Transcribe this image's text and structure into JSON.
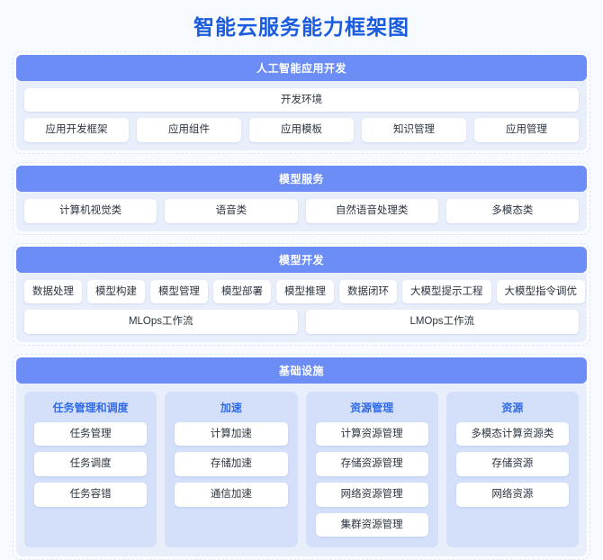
{
  "title": "智能云服务能力框架图",
  "colors": {
    "title": "#1a5ce0",
    "header_bar": "#6b8df5",
    "section_body": "#e9eefb",
    "panel": "#d4e0fa",
    "chip": "#ffffff",
    "page_bg": "#f7faff"
  },
  "sections": [
    {
      "header": "人工智能应用开发",
      "full_row": "开发环境",
      "items": [
        "应用开发框架",
        "应用组件",
        "应用模板",
        "知识管理",
        "应用管理"
      ]
    },
    {
      "header": "模型服务",
      "items": [
        "计算机视觉类",
        "语音类",
        "自然语音处理类",
        "多模态类"
      ]
    },
    {
      "header": "模型开发",
      "items": [
        "数据处理",
        "模型构建",
        "模型管理",
        "模型部署",
        "模型推理",
        "数据闭环",
        "大模型提示工程",
        "大模型指令调优"
      ],
      "workflows": [
        "MLOps工作流",
        "LMOps工作流"
      ]
    }
  ],
  "infrastructure": {
    "header": "基础设施",
    "panels": [
      {
        "title": "任务管理和调度",
        "items": [
          "任务管理",
          "任务调度",
          "任务容错"
        ]
      },
      {
        "title": "加速",
        "items": [
          "计算加速",
          "存储加速",
          "通信加速"
        ]
      },
      {
        "title": "资源管理",
        "items": [
          "计算资源管理",
          "存储资源管理",
          "网络资源管理",
          "集群资源管理"
        ]
      },
      {
        "title": "资源",
        "items": [
          "多模态计算资源类",
          "存储资源",
          "网络资源"
        ]
      }
    ]
  }
}
